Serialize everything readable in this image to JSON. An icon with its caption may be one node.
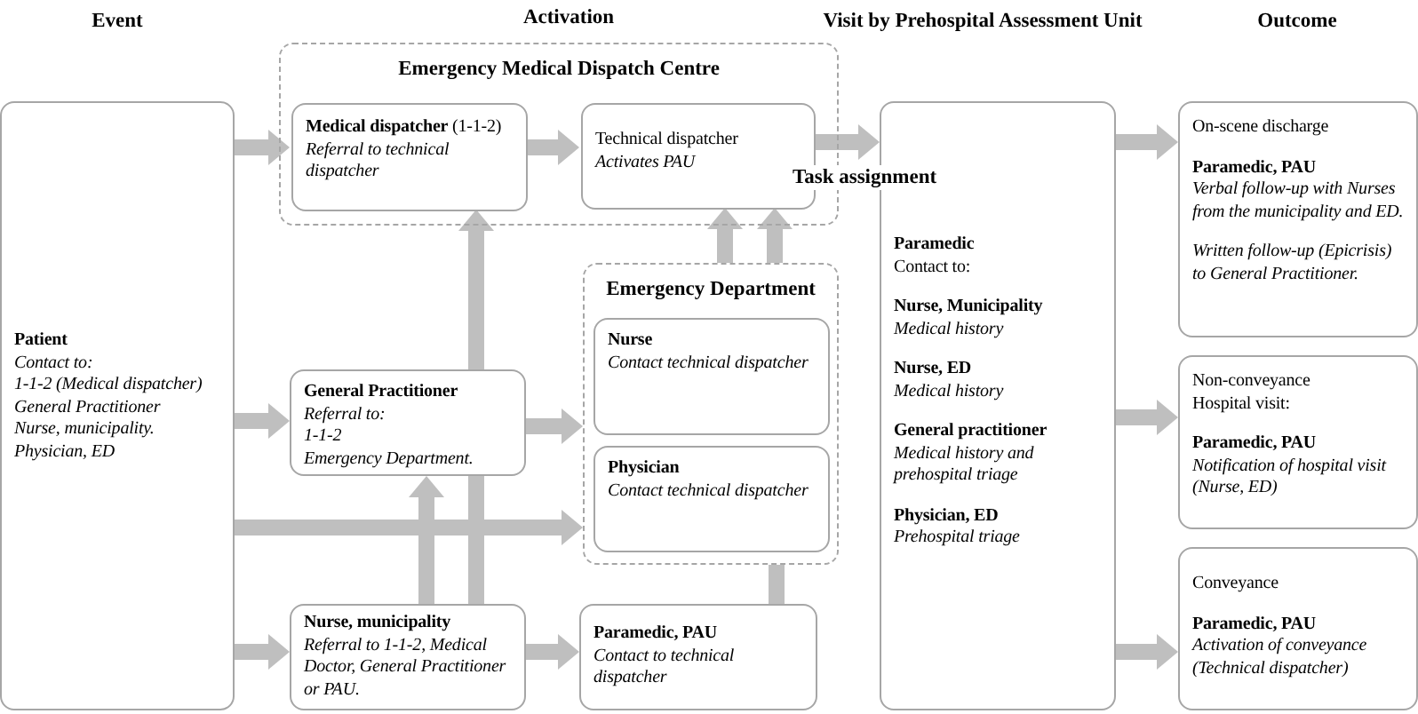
{
  "diagram": {
    "nodes": [
      {
        "text": [
          "Emergency Medical Dispatch Centre"
        ]
      },
      {
        "text": [
          "**Medical dispatcher** (1-1-2)",
          "Referral to technical dispatcher"
        ],
        "in": 0
      },
      {
        "text": [
          "Technical dispatcher",
          "Activates PAU"
        ],
        "in": 0
      },
      {
        "text": [
          "Emergency Department"
        ]
      },
      {
        "text": [
          "Nurse",
          "Contact technical dispatcher"
        ],
        "in": 3
      },
      {
        "text": [
          "Physician",
          "Contact technical dispatcher"
        ],
        "in": 3
      },
      {
        "text": [
          "Patient",
          "Contact to:",
          "1-1-2 (Medical dispatcher)",
          "General Practitioner",
          "Nurse, municipality.",
          "Physician, ED"
        ]
      },
      {
        "text": [
          "General Practitioner",
          "Referral to:",
          "1-1-2",
          "Emergency Department."
        ]
      },
      {
        "text": [
          "Nurse, municipality",
          "Referral to 1-1-2, Medical Doctor, General Practitioner or PAU."
        ]
      },
      {
        "text": [
          "Paramedic, PAU",
          "Contact to technical dispatcher"
        ]
      },
      {
        "text": [
          "Paramedic",
          "Contact to:",
          "Nurse, Municipality",
          "Medical history",
          "Nurse, ED",
          "Medical history",
          "General practitioner",
          "Medical history and prehospital triage",
          "Physician, ED",
          "Prehospital triage"
        ]
      },
      {
        "text": [
          "On-scene discharge",
          "Paramedic, PAU",
          "Verbal follow-up with Nurses from the municipality and ED.",
          "Written follow-up (Epicrisis) to General Practitioner."
        ]
      },
      {
        "text": [
          "Non-conveyance",
          "Hospital visit:",
          "Paramedic, PAU",
          "Notification of hospital visit (Nurse, ED)"
        ]
      },
      {
        "text": [
          "Conveyance",
          "Paramedic, PAU",
          "Activation of conveyance (Technical dispatcher)"
        ]
      }
    ],
    "edges": [
      {
        "from": 6,
        "to": 1,
        "arrow": "to"
      },
      {
        "from": 1,
        "to": 2,
        "arrow": "to"
      },
      {
        "from": 2,
        "to": 10,
        "arrow": "to",
        "label": "Task assignment"
      },
      {
        "from": 6,
        "to": 7,
        "arrow": "to"
      },
      {
        "from": 7,
        "to": 3,
        "arrow": "to"
      },
      {
        "from": 6,
        "to": 3,
        "arrow": "to"
      },
      {
        "from": 6,
        "to": 8,
        "arrow": "to"
      },
      {
        "from": 8,
        "to": 9,
        "arrow": "to"
      },
      {
        "from": 8,
        "to": 7,
        "arrow": "to"
      },
      {
        "from": 8,
        "to": 7,
        "arrow": "none"
      },
      {
        "from": 7,
        "to": 1,
        "arrow": "to"
      },
      {
        "from": 9,
        "to": 3,
        "arrow": "none"
      },
      {
        "from": 3,
        "to": 2,
        "arrow": "to"
      },
      {
        "from": 3,
        "to": 2,
        "arrow": "to"
      },
      {
        "from": 10,
        "to": 11,
        "arrow": "to"
      },
      {
        "from": 10,
        "to": 12,
        "arrow": "to"
      },
      {
        "from": 10,
        "to": 13,
        "arrow": "to"
      }
    ],
    "labels": [
      "Event",
      "Activation",
      "Visit by Prehospital Assessment Unit",
      "Outcome"
    ]
  }
}
